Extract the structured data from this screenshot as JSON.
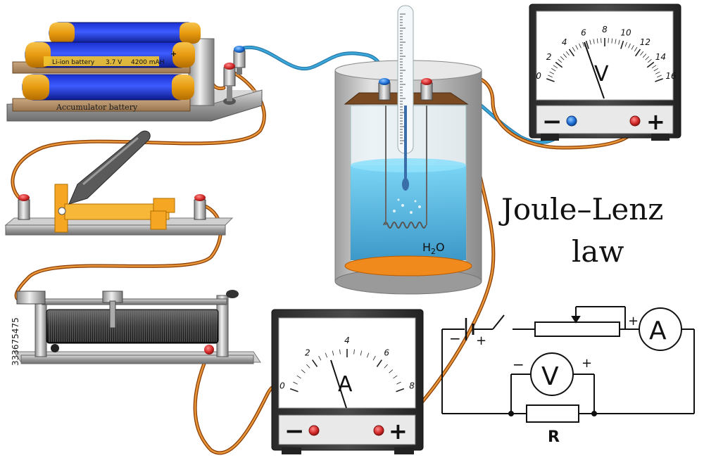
{
  "title": {
    "line1": "Joule–Lenz",
    "line2": "law"
  },
  "battery": {
    "cell_label": "Li-ion battery",
    "voltage": "3.7 V",
    "capacity": "4200 mAH",
    "plus_mark": "+",
    "pack_label": "Accumulator battery"
  },
  "beaker": {
    "liquid_label_main": "H",
    "liquid_label_sub": "2",
    "liquid_label_end": "O"
  },
  "voltmeter": {
    "symbol": "V",
    "scale": [
      "0",
      "2",
      "4",
      "6",
      "8",
      "10",
      "12",
      "14",
      "16"
    ],
    "minus": "−",
    "plus": "+"
  },
  "ammeter": {
    "symbol": "A",
    "scale": [
      "0",
      "2",
      "4",
      "6",
      "8"
    ],
    "minus": "−",
    "plus": "+"
  },
  "schematic": {
    "battery_minus": "−",
    "battery_plus": "+",
    "ammeter_symbol": "A",
    "ammeter_plus": "+",
    "voltmeter_symbol": "V",
    "voltmeter_minus": "−",
    "voltmeter_plus": "+",
    "resistor_label": "R"
  },
  "watermark": {
    "stock_id": "333675475"
  },
  "colors": {
    "wire_copper": "#d2691e",
    "wire_blue": "#3aa6d8",
    "liquid": "#4fb7e6",
    "knob_red": "#d42a2a",
    "knob_blue": "#1e6fd6",
    "knife_yellow": "#f5a623"
  }
}
